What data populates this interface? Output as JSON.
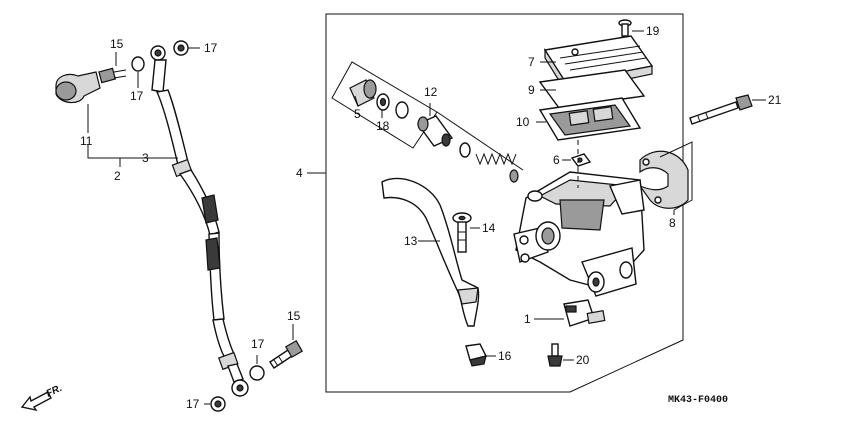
{
  "diagram": {
    "code": "MK43-F0400",
    "direction_label": "FR.",
    "labels": [
      {
        "id": "callout-1",
        "text": "1"
      },
      {
        "id": "callout-2",
        "text": "2"
      },
      {
        "id": "callout-3",
        "text": "3"
      },
      {
        "id": "callout-4",
        "text": "4"
      },
      {
        "id": "callout-5",
        "text": "5"
      },
      {
        "id": "callout-6",
        "text": "6"
      },
      {
        "id": "callout-7",
        "text": "7"
      },
      {
        "id": "callout-8",
        "text": "8"
      },
      {
        "id": "callout-9",
        "text": "9"
      },
      {
        "id": "callout-10",
        "text": "10"
      },
      {
        "id": "callout-11",
        "text": "11"
      },
      {
        "id": "callout-12",
        "text": "12"
      },
      {
        "id": "callout-13",
        "text": "13"
      },
      {
        "id": "callout-14",
        "text": "14"
      },
      {
        "id": "callout-15a",
        "text": "15"
      },
      {
        "id": "callout-15b",
        "text": "15"
      },
      {
        "id": "callout-16",
        "text": "16"
      },
      {
        "id": "callout-17a",
        "text": "17"
      },
      {
        "id": "callout-17b",
        "text": "17"
      },
      {
        "id": "callout-17c",
        "text": "17"
      },
      {
        "id": "callout-17d",
        "text": "17"
      },
      {
        "id": "callout-18",
        "text": "18"
      },
      {
        "id": "callout-19",
        "text": "19"
      },
      {
        "id": "callout-20",
        "text": "20"
      },
      {
        "id": "callout-21",
        "text": "21"
      }
    ]
  }
}
